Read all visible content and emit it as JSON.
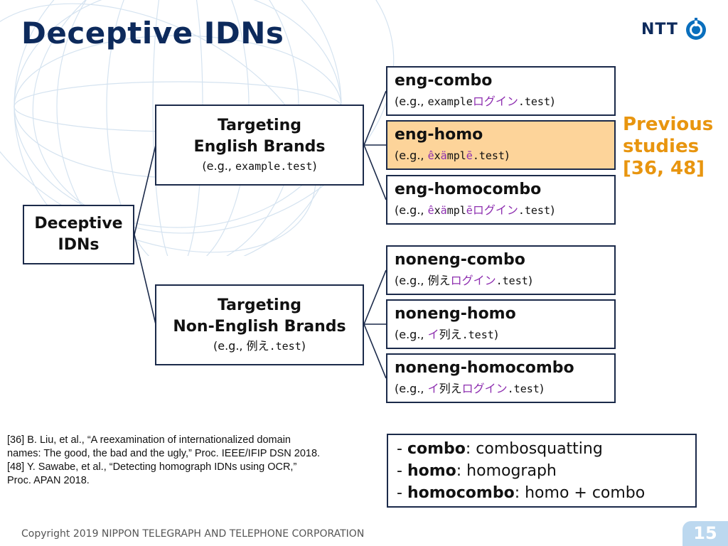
{
  "slide": {
    "title": "Deceptive IDNs",
    "logo_text": "NTT",
    "page_number": "15",
    "footer": "Copyright 2019 NIPPON TELEGRAPH AND TELEPHONE CORPORATION"
  },
  "diagram": {
    "root": {
      "line1": "Deceptive",
      "line2": "IDNs"
    },
    "english": {
      "line1": "Targeting",
      "line2": "English Brands",
      "ex_prefix": "(e.g., ",
      "ex_code": "example.test",
      "ex_suffix": ")"
    },
    "non_english": {
      "line1": "Targeting",
      "line2": "Non-English Brands",
      "ex_prefix": "(e.g., ",
      "ex_jp": "例え",
      "ex_code": ".test",
      "ex_suffix": ")"
    },
    "eng_combo": {
      "title": "eng-combo",
      "ex_prefix": "(e.g., ",
      "ex_a": "example",
      "ex_b": "ログイン",
      "ex_c": ".test",
      "ex_suffix": ")"
    },
    "eng_homo": {
      "title": "eng-homo",
      "ex_prefix": "(e.g., ",
      "ex_a": "ê",
      "ex_b": "x",
      "ex_c": "ä",
      "ex_d": "mpl",
      "ex_e": "ē",
      "ex_f": ".test",
      "ex_suffix": ")"
    },
    "eng_homocombo": {
      "title": "eng-homocombo",
      "ex_prefix": "(e.g., ",
      "ex_a": "ê",
      "ex_b": "x",
      "ex_c": "ä",
      "ex_d": "mpl",
      "ex_e": "ē",
      "ex_f": "ログイン",
      "ex_g": ".test",
      "ex_suffix": ")"
    },
    "noneng_combo": {
      "title": "noneng-combo",
      "ex_prefix": "(e.g., ",
      "ex_a": "例え",
      "ex_b": "ログイン",
      "ex_c": ".test",
      "ex_suffix": ")"
    },
    "noneng_homo": {
      "title": "noneng-homo",
      "ex_prefix": "(e.g., ",
      "ex_a": "イ",
      "ex_b": "列え",
      "ex_c": ".test",
      "ex_suffix": ")"
    },
    "noneng_homocombo": {
      "title": "noneng-homocombo",
      "ex_prefix": "(e.g., ",
      "ex_a": "イ",
      "ex_b": "列え",
      "ex_c": "ログイン",
      "ex_d": ".test",
      "ex_suffix": ")"
    },
    "previous": {
      "line1": "Previous",
      "line2": "studies",
      "line3": "[36, 48]"
    }
  },
  "references": [
    "[36] B. Liu, et al., “A reexamination of internationalized domain",
    "names: The good, the bad and the ugly,” Proc. IEEE/IFIP DSN 2018.",
    "[48] Y. Sawabe, et al., “Detecting homograph IDNs using OCR,”",
    "Proc. APAN 2018."
  ],
  "legend": [
    {
      "dash": "- ",
      "term": "combo",
      "colon": ": ",
      "desc": "combosquatting"
    },
    {
      "dash": "- ",
      "term": "homo",
      "colon": ": ",
      "desc": "homograph"
    },
    {
      "dash": "- ",
      "term": "homocombo",
      "colon": ": ",
      "desc": "homo + combo"
    }
  ],
  "colors": {
    "title": "#0d2a5c",
    "accent_orange": "#e8950f",
    "highlight": "#fdd49a",
    "purple": "#8e2fb0",
    "page_badge": "#bcd8ef"
  },
  "icons": {
    "logo": "ntt-logo-icon",
    "background": "globe-wireframe"
  }
}
